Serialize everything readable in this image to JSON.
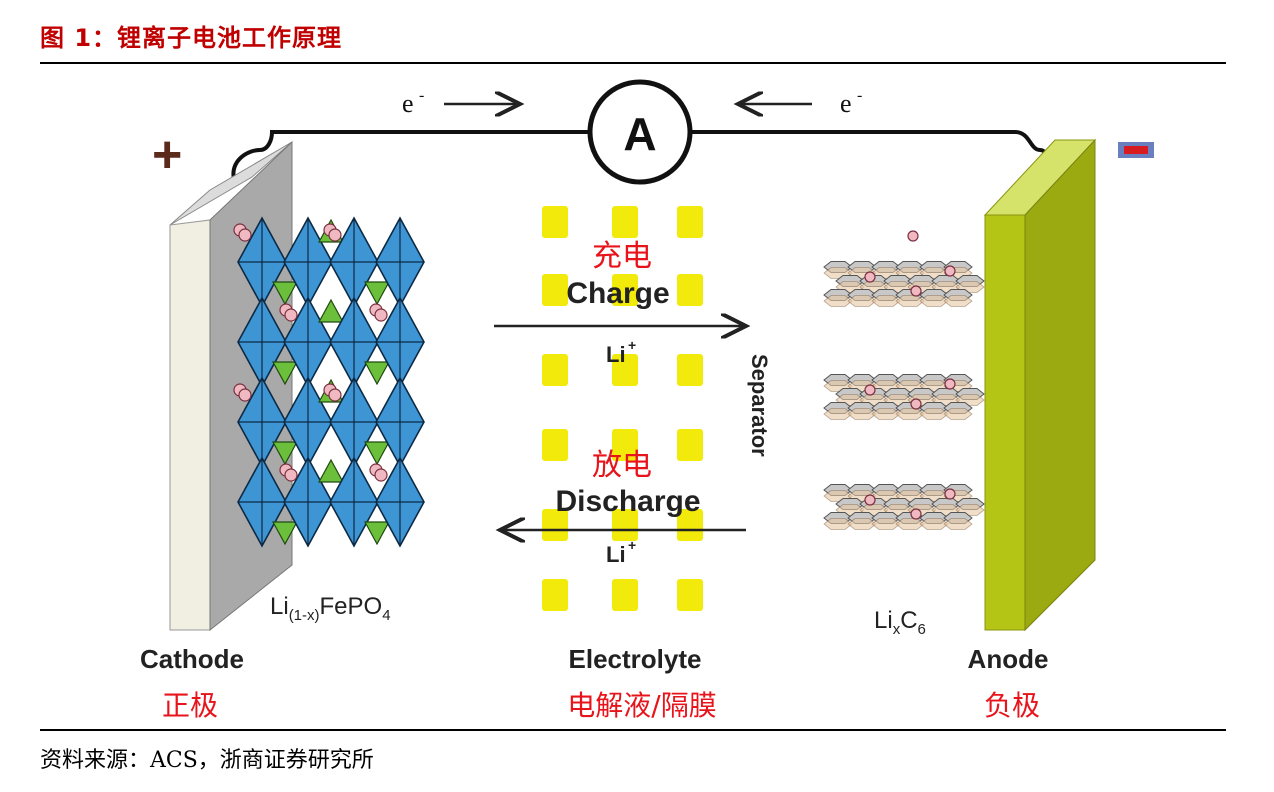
{
  "figure": {
    "title": "图 1：锂离子电池工作原理",
    "source": "资料来源：ACS，浙商证券研究所"
  },
  "diagram": {
    "ammeter_label": "A",
    "electron_label": "e",
    "electron_superscript": "-",
    "plus_sign": "+",
    "charge": {
      "zh": "充电",
      "en": "Charge",
      "ion": "Li",
      "ion_sup": "+"
    },
    "discharge": {
      "zh": "放电",
      "en": "Discharge",
      "ion": "Li",
      "ion_sup": "+"
    },
    "separator_label": "Separator",
    "cathode_material": {
      "base": "Li",
      "sub": "(1-x)",
      "rest": "FePO",
      "sub2": "4"
    },
    "anode_material": {
      "base": "Li",
      "sub": "x",
      "rest": "C",
      "sub2": "6"
    },
    "cathode": {
      "en": "Cathode",
      "zh": "正极"
    },
    "electrolyte": {
      "en": "Electrolyte",
      "zh": "电解液/隔膜"
    },
    "anode": {
      "en": "Anode",
      "zh": "负极"
    }
  },
  "colors": {
    "title_red": "#c00000",
    "red_label": "#e8141b",
    "separator_yellow": "#f2ea0a",
    "anode_plate": "#b5c516",
    "crystal_blue": "#3d95d4",
    "crystal_green": "#6cbf3a",
    "ion_pink": "#f0b8c0"
  }
}
